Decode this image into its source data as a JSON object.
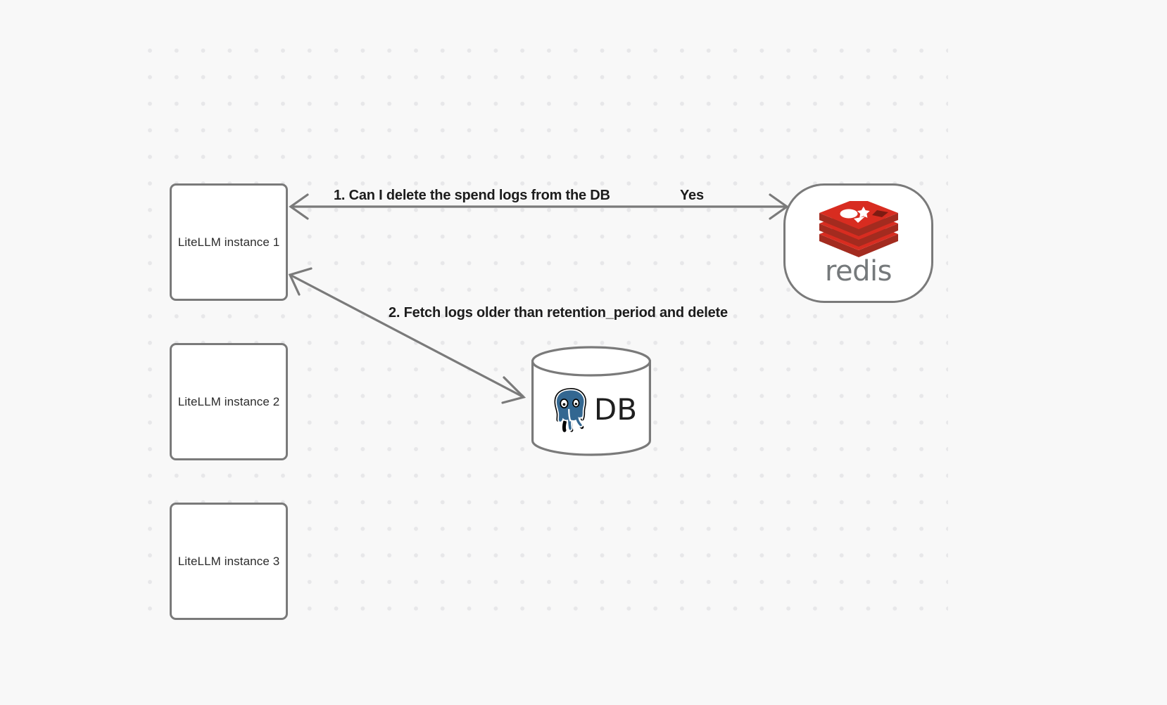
{
  "canvas": {
    "background_color": "#f8f8f8",
    "grid_dot_color": "#e7e7e9",
    "node_border_color": "#7a7a7a",
    "edge_color": "#7a7a7a"
  },
  "nodes": {
    "instances": [
      {
        "id": "litellm-1",
        "label": "LiteLLM instance 1"
      },
      {
        "id": "litellm-2",
        "label": "LiteLLM instance 2"
      },
      {
        "id": "litellm-3",
        "label": "LiteLLM instance 3"
      }
    ],
    "redis": {
      "id": "redis",
      "wordmark": "redis",
      "logo_icon": "redis-stack-logo-icon",
      "logo_color": "#d82c20",
      "wordmark_color": "#75797b"
    },
    "database": {
      "id": "db",
      "label": "DB",
      "logo_icon": "postgresql-elephant-icon",
      "logo_color": "#336791",
      "shape": "cylinder"
    }
  },
  "edges": [
    {
      "id": "edge-instance1-redis",
      "from": "litellm-1",
      "to": "redis",
      "direction": "bidirectional",
      "labels": [
        {
          "id": "step-1",
          "text": "1.  Can I delete the spend logs from the DB"
        },
        {
          "id": "yes",
          "text": "Yes"
        }
      ]
    },
    {
      "id": "edge-db-instance1",
      "from": "db",
      "to": "litellm-1",
      "direction": "bidirectional",
      "labels": [
        {
          "id": "step-2",
          "text": "2.  Fetch logs older than retention_period and delete"
        }
      ]
    }
  ]
}
